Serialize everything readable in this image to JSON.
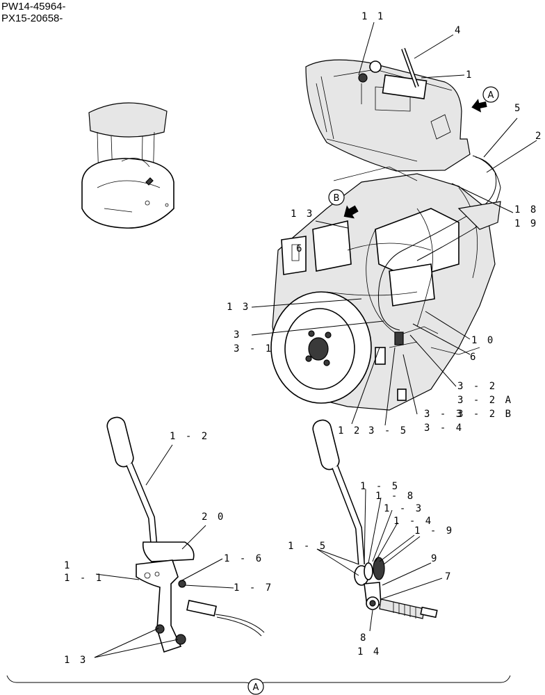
{
  "header": {
    "serial_1": "PW14-45964-",
    "serial_2": "PX15-20658-"
  },
  "callouts": {
    "l_11": "1 1",
    "l_4": "4",
    "l_1_top": "1",
    "l_5": "5",
    "l_2": "2",
    "l_18": "1 8",
    "l_19": "1 9",
    "l_13_top": "1 3",
    "l_6_left": "6",
    "l_13_mid": "1 3",
    "l_3": "3",
    "l_3_1": "3 - 1",
    "l_10": "1 0",
    "l_6_right": "6",
    "l_3_2": "3 - 2",
    "l_3_2A": "3 - 2 A",
    "l_3_2B": "3 - 2 B",
    "l_3_3": "3 - 3",
    "l_3_4": "3 - 4",
    "l_12": "1 2",
    "l_3_5": "3 - 5",
    "l_1_2": "1 - 2",
    "l_20": "2 0",
    "l_1_left": "1",
    "l_1_1": "1 - 1",
    "l_1_6": "1 - 6",
    "l_1_7": "1 - 7",
    "l_13_bot": "1 3",
    "l_1_5a": "1 - 5",
    "l_1_8": "1 - 8",
    "l_1_3": "1 - 3",
    "l_1_4": "1 - 4",
    "l_1_9": "1 - 9",
    "l_1_5b": "1 - 5",
    "l_9": "9",
    "l_7": "7",
    "l_8": "8",
    "l_14": "1 4"
  },
  "markers": {
    "view_a": "A",
    "view_b": "B",
    "bracket_a": "A"
  }
}
